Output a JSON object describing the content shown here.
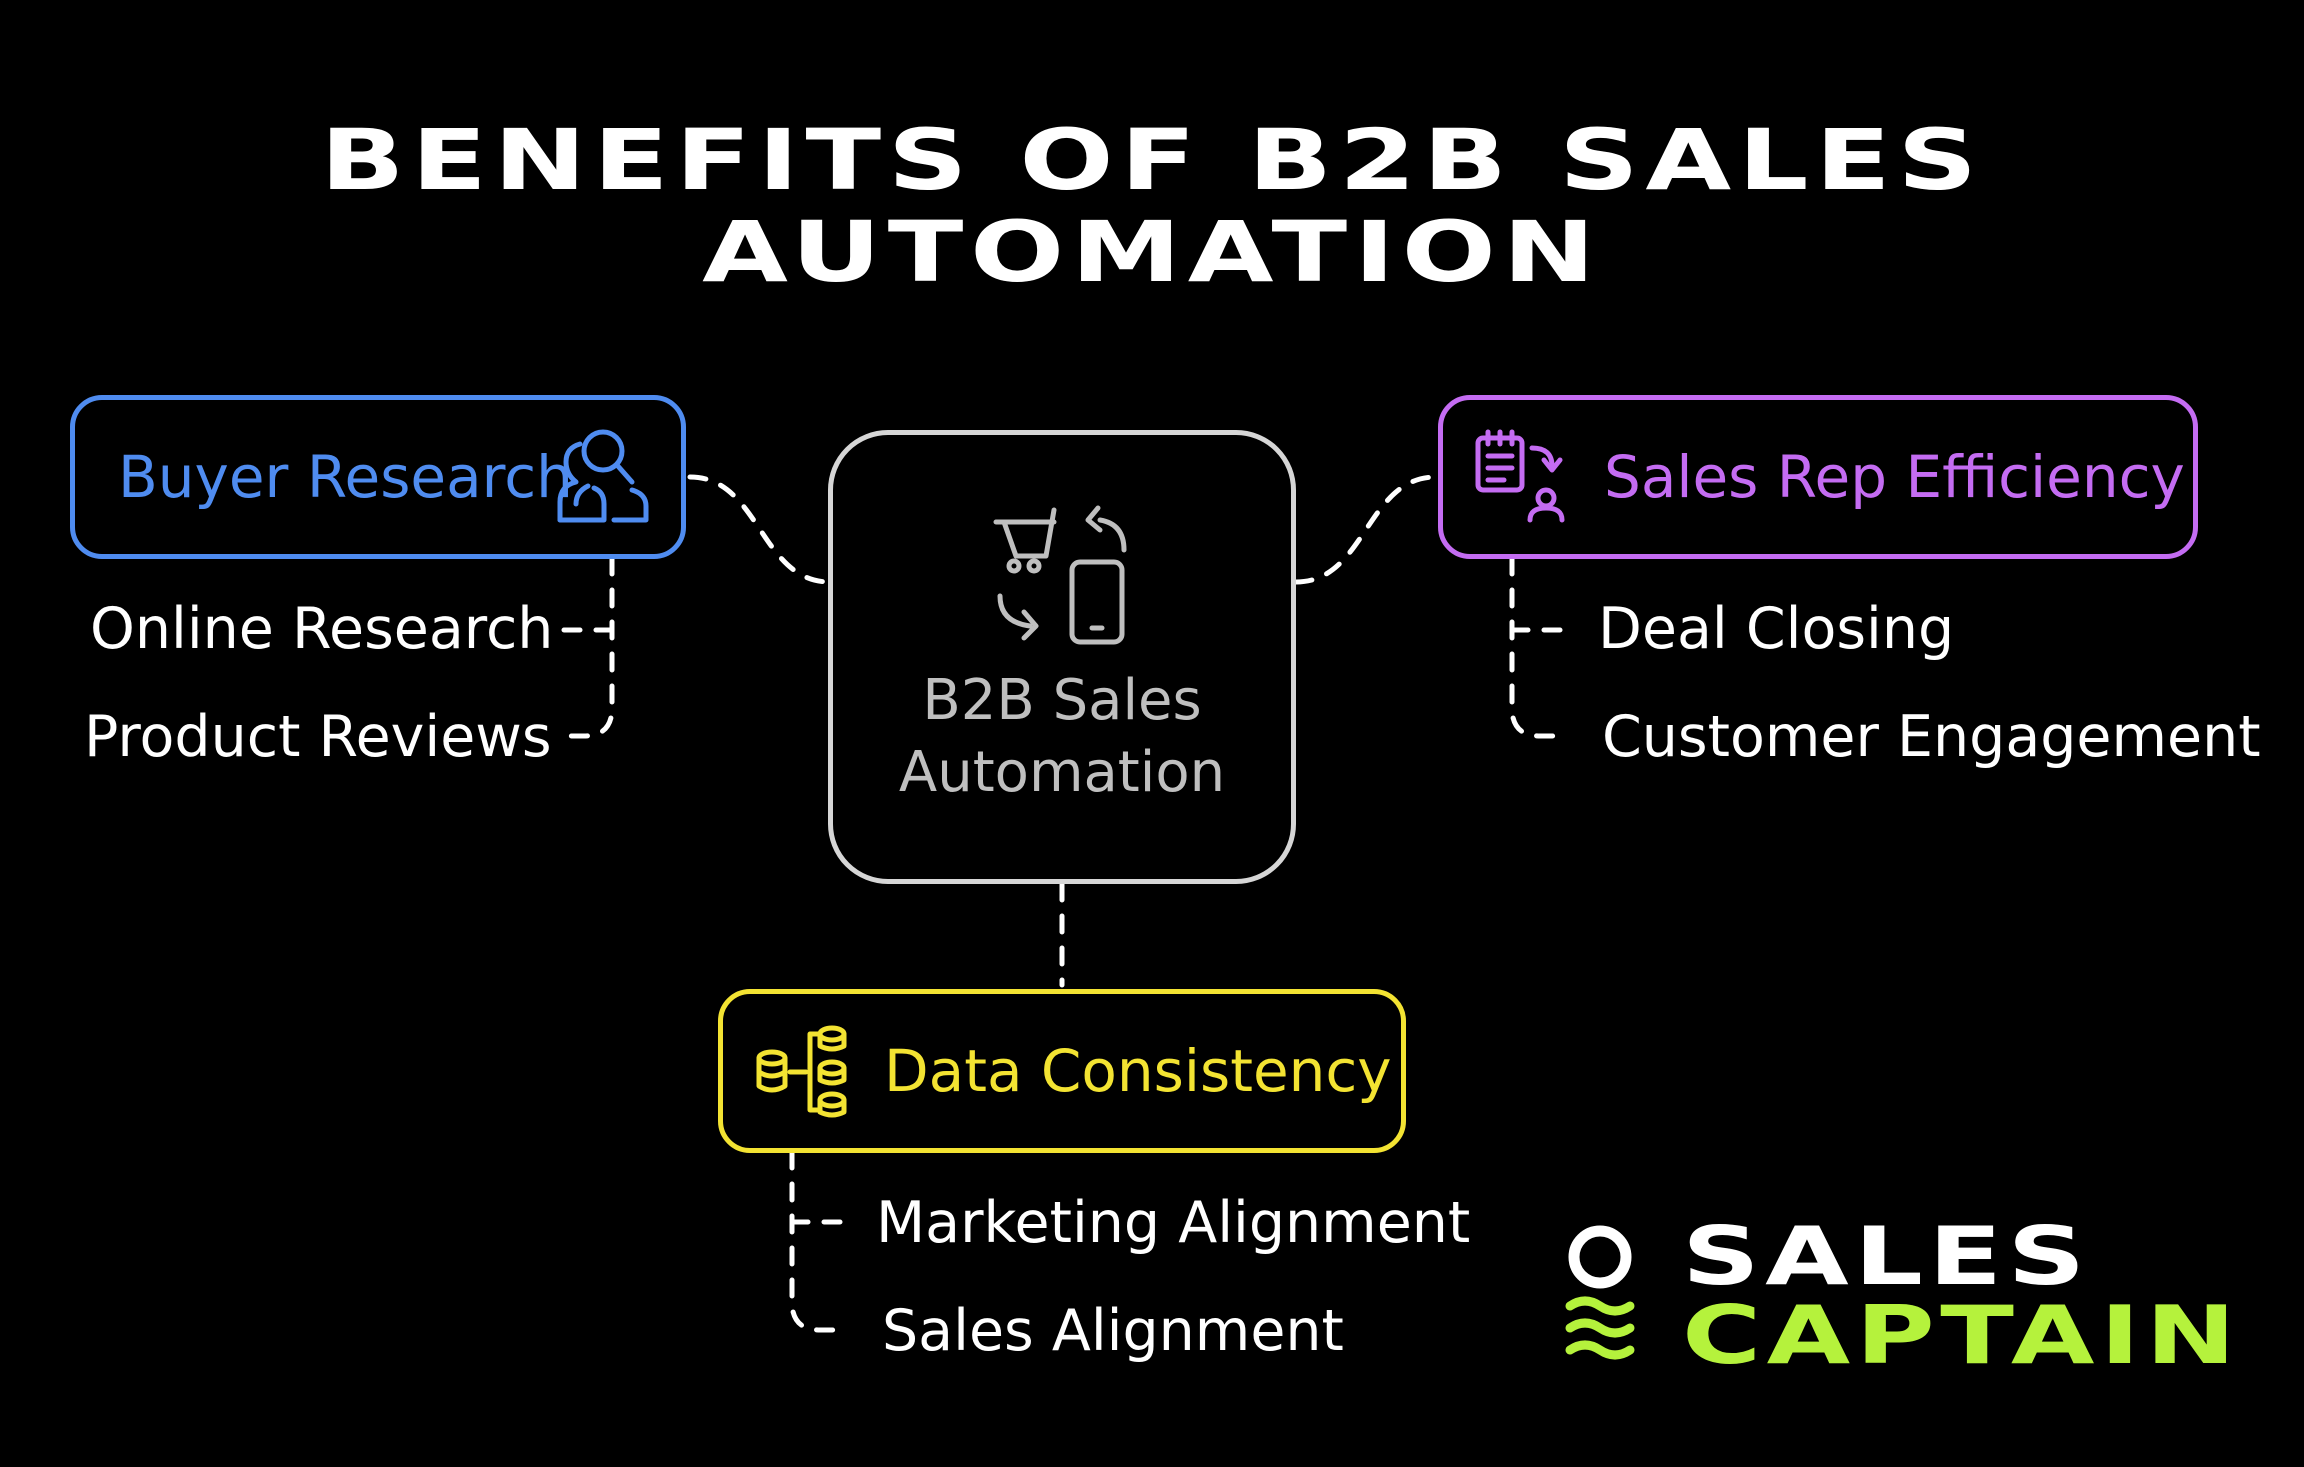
{
  "title": {
    "line1": "BENEFITS OF B2B SALES",
    "line2": "AUTOMATION"
  },
  "center": {
    "line1": "B2B Sales",
    "line2": "Automation",
    "icon": "cart-phone-exchange-icon"
  },
  "nodes": {
    "buyer_research": {
      "label": "Buyer Research",
      "icon": "user-search-icon",
      "color": "#4f8cf0",
      "items": [
        "Online Research",
        "Product Reviews"
      ]
    },
    "sales_rep_efficiency": {
      "label": "Sales Rep Efficiency",
      "icon": "clipboard-person-icon",
      "color": "#c46cf2",
      "items": [
        "Deal Closing",
        "Customer Engagement"
      ]
    },
    "data_consistency": {
      "label": "Data Consistency",
      "icon": "database-branch-icon",
      "color": "#f3e332",
      "items": [
        "Marketing Alignment",
        "Sales Alignment"
      ]
    }
  },
  "logo": {
    "line1": "SALES",
    "line2": "CAPTAIN",
    "accent": "#b5f23c",
    "icon": "captain-wave-icon"
  }
}
